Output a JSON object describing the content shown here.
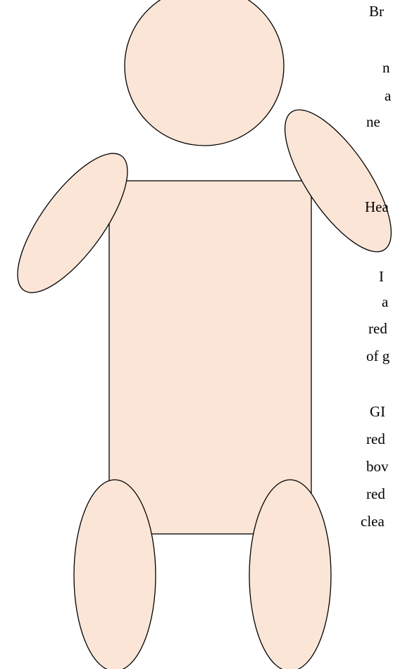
{
  "figure": {
    "fill_color": "#FBE5D6",
    "stroke_color": "#000000"
  },
  "notes": {
    "lines": [
      "Br",
      "n",
      "a",
      "ne",
      "Hea",
      "I",
      "a",
      "red",
      "of g",
      "GI",
      "red",
      "bov",
      "red",
      "clea"
    ]
  }
}
